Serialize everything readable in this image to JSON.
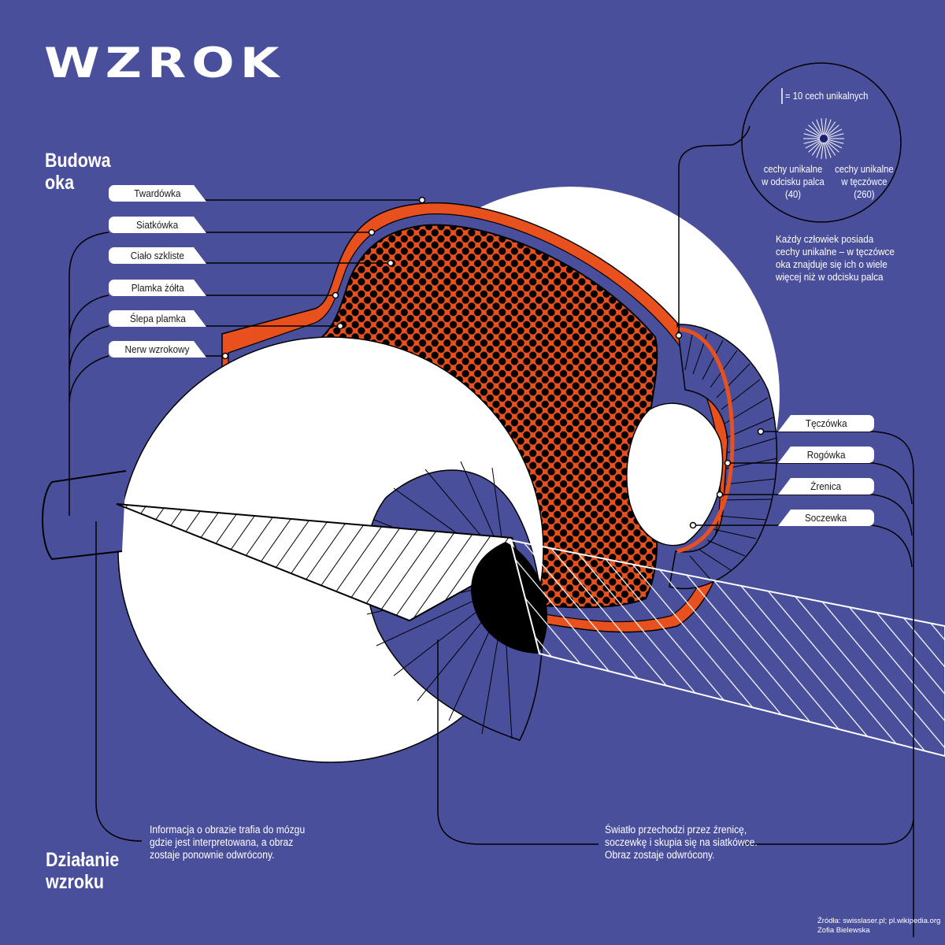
{
  "title": "WZROK",
  "structure": {
    "heading_line1": "Budowa",
    "heading_line2": "oka",
    "labels_left": [
      "Twardówka",
      "Siatkówka",
      "Ciało szkliste",
      "Plamka żółta",
      "Ślepa plamka",
      "Nerw wzrokowy"
    ],
    "labels_right": [
      "Tęczówka",
      "Rogówka",
      "Źrenica",
      "Soczewka"
    ]
  },
  "comparison": {
    "legend": "= 10 cech unikalnych",
    "fingerprint_line1": "cechy unikalne",
    "fingerprint_line2": "w odcisku palca",
    "fingerprint_count": "(40)",
    "iris_line1": "cechy unikalne",
    "iris_line2": "w tęczówce",
    "iris_count": "(260)",
    "fingerprint_value": 40,
    "iris_value": 260,
    "unit_value": 10,
    "note_line1": "Każdy człowiek posiada",
    "note_line2": "cechy unikalne – w tęczówce",
    "note_line3": "oka znajduje się ich o wiele",
    "note_line4": "więcej niż w odcisku palca"
  },
  "function": {
    "heading_line1": "Działanie",
    "heading_line2": "wzroku",
    "brain_line1": "Informacja o obrazie trafia do mózgu",
    "brain_line2": "gdzie jest interpretowana, a obraz",
    "brain_line3": "zostaje ponownie odwrócony.",
    "light_line1": "Światło przechodzi przez źrenicę,",
    "light_line2": "soczewkę i skupia się na siatkówce.",
    "light_line3": "Obraz zostaje odwrócony."
  },
  "footer": {
    "sources": "Źródła: swisslaser.pl; pl.wikipedia.org",
    "author": "Zofia Bielewska"
  },
  "colors": {
    "background": "#4a4f9c",
    "orange": "#e8501e",
    "white": "#ffffff",
    "black": "#000000"
  }
}
